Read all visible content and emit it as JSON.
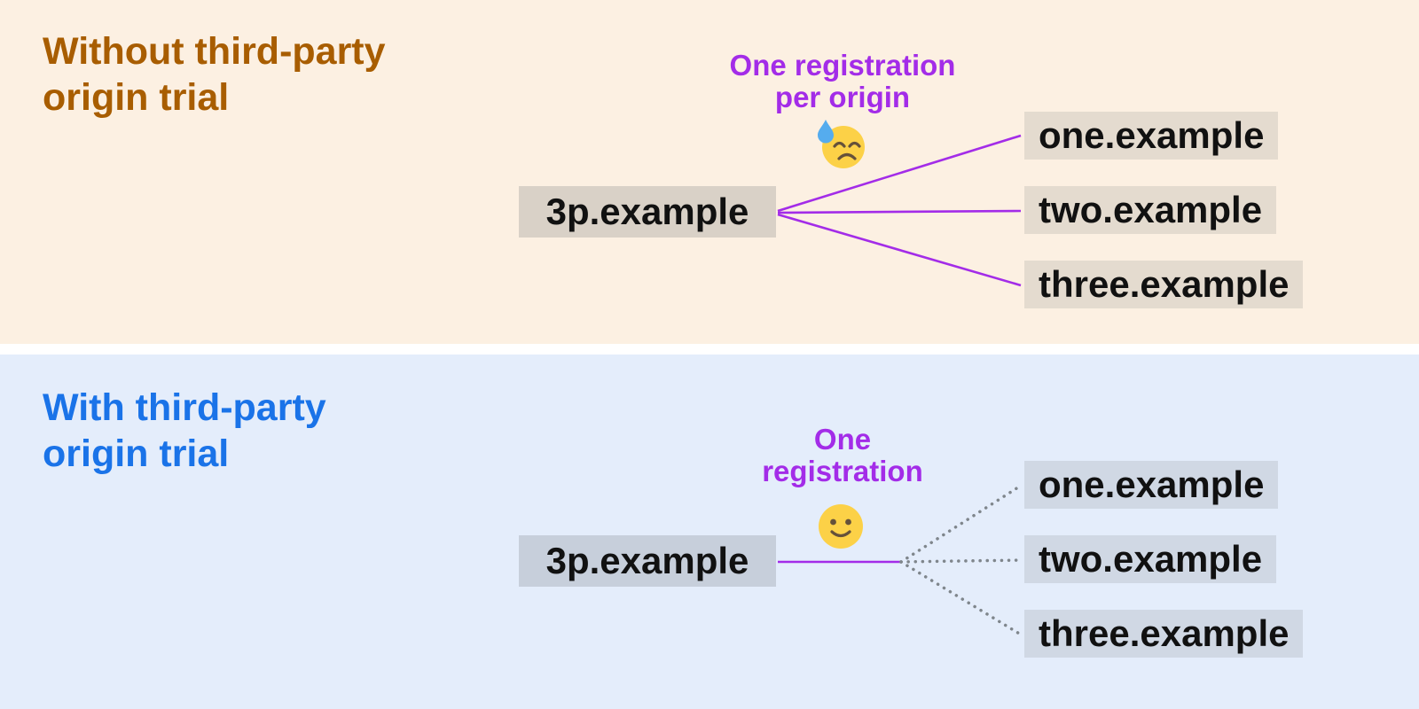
{
  "panels": {
    "without": {
      "title_line1": "Without third-party",
      "title_line2": "origin trial",
      "annotation_line1": "One registration",
      "annotation_line2": "per origin",
      "emoji_icon": "downcast-face-with-sweat",
      "source_label": "3p.example",
      "targets": [
        "one.example",
        "two.example",
        "three.example"
      ]
    },
    "with": {
      "title_line1": "With third-party",
      "title_line2": "origin trial",
      "annotation_line1": "One",
      "annotation_line2": "registration",
      "emoji_icon": "slightly-smiling-face",
      "source_label": "3p.example",
      "targets": [
        "one.example",
        "two.example",
        "three.example"
      ]
    }
  },
  "colors": {
    "panel_without_bg": "#fcf0e2",
    "panel_with_bg": "#e4edfb",
    "title_without": "#a85d00",
    "title_with": "#1a73e8",
    "annotation_purple": "#a32ce8",
    "line_purple": "#a32ce8",
    "dotted_gray": "#7f868c",
    "node_text": "#111111",
    "emoji_face_yellow": "#fcd147",
    "emoji_sweat_blue": "#55acee"
  }
}
